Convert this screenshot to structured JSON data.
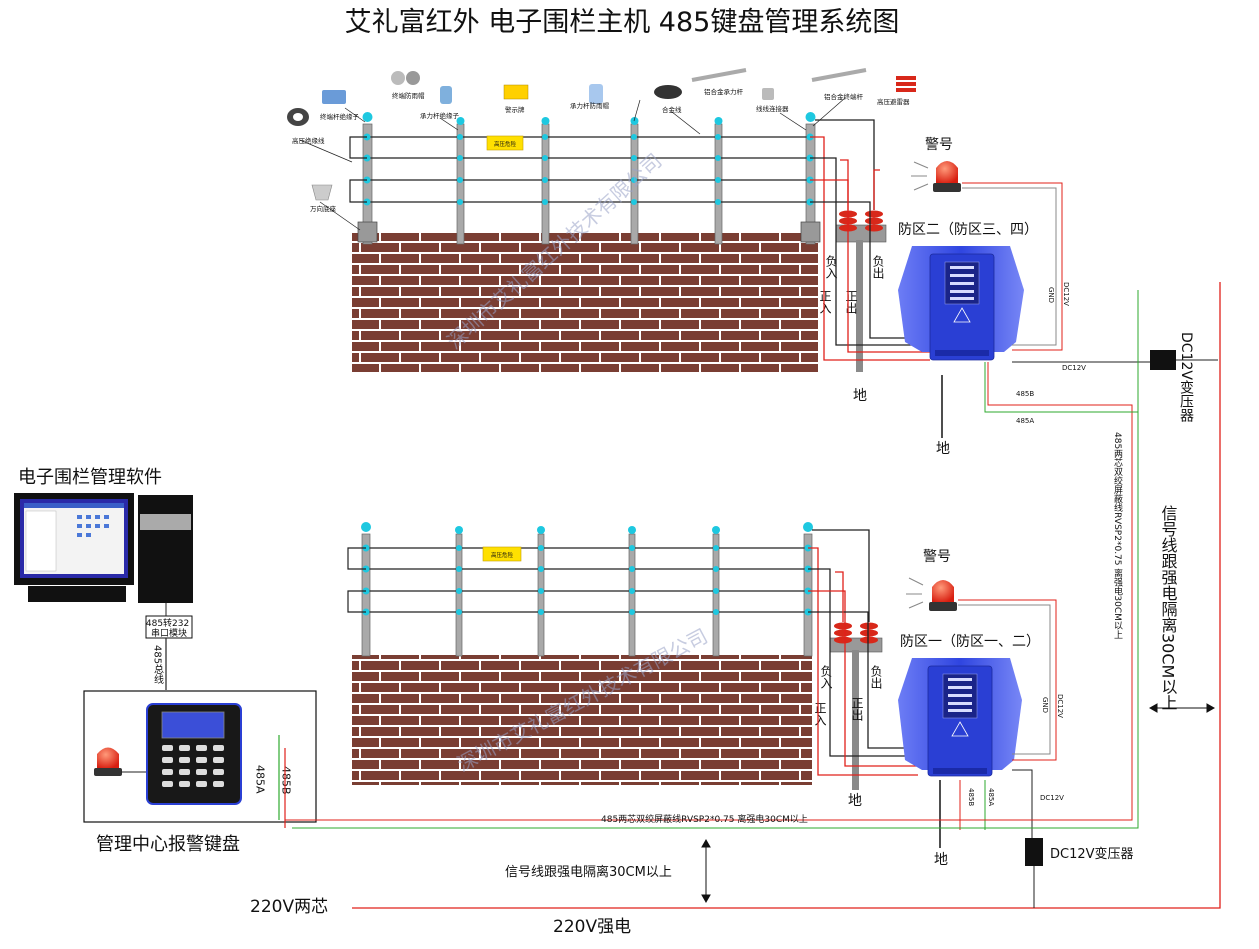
{
  "title": "艾礼富红外  电子围栏主机 485键盘管理系统图",
  "watermark": "深圳市艾礼富红外技术有限公司",
  "upper_fence": {
    "component_labels": [
      "高压绝缘线",
      "终端杆绝缘子",
      "终端防雨帽",
      "承力杆绝缘子",
      "警示牌",
      "承力杆防雨帽",
      "合金线",
      "铝合金承力杆",
      "线线连接器",
      "铝合金终端杆",
      "高压避雷器",
      "万向底座"
    ],
    "sign": "高压危险",
    "siren_label": "警号",
    "host_label": "防区二（防区三、四）",
    "wire_labels": [
      "负入",
      "正入",
      "正出",
      "负出"
    ],
    "ground": "地",
    "host_ground": "地",
    "port_labels": {
      "dc12v": "DC12V",
      "gnd": "GND",
      "dc12v_v": "DC12V",
      "b485": "485B",
      "a485": "485A"
    }
  },
  "lower_fence": {
    "sign": "高压危险",
    "siren_label": "警号",
    "host_label": "防区一（防区一、二）",
    "wire_labels": [
      "负入",
      "正入",
      "正出",
      "负出"
    ],
    "ground": "地",
    "host_ground": "地",
    "port_labels": {
      "b485": "485B",
      "a485": "485A",
      "gnd": "GND",
      "dc12v_v": "DC12V",
      "dc12v": "DC12V"
    }
  },
  "software": {
    "title": "电子围栏管理软件",
    "converter": "485转232\n串口模块",
    "bus_label": "485总线"
  },
  "keyboard": {
    "caption": "管理中心报警键盘",
    "a485": "485A",
    "b485": "485B"
  },
  "cable_bottom": "485两芯双绞屏蔽线RVSP2*0.75  离强电30CM以上",
  "cable_right": "485两芯双绞屏蔽线RVSP2*0.75  离强电30CM以上",
  "separation_bottom": "信号线跟强电隔离30CM以上",
  "separation_right": "信号线跟强电隔离30CM以上",
  "transformer_right": "DC12V变压器",
  "transformer_bottom": "DC12V变压器",
  "power_two_core": "220V两芯",
  "power_mains": "220V强电",
  "colors": {
    "brick": "#7a3e33",
    "host": "#3a52e8",
    "insulator": "#1ec8e0",
    "red": "#e0201a",
    "green": "#2eaa2e"
  }
}
